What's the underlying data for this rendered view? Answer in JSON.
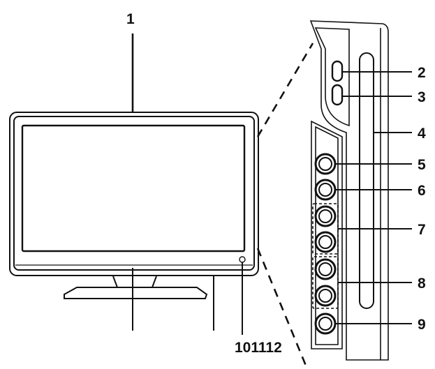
{
  "diagram": {
    "callouts": {
      "c1": "1",
      "c2": "2",
      "c3": "3",
      "c4": "4",
      "c5": "5",
      "c6": "6",
      "c7": "7",
      "c8": "8",
      "c9": "9",
      "c10_11_12": "101112"
    }
  }
}
